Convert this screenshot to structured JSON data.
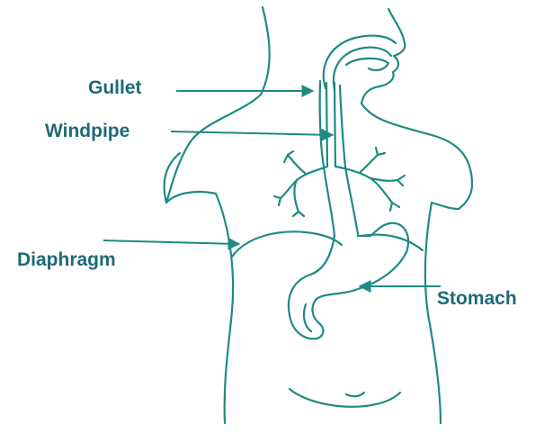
{
  "labels": {
    "gullet": "Gullet",
    "windpipe": "Windpipe",
    "diaphragm": "Diaphragm",
    "stomach": "Stomach"
  },
  "colors": {
    "outline": "#1f8a84",
    "label": "#1d6a77"
  }
}
